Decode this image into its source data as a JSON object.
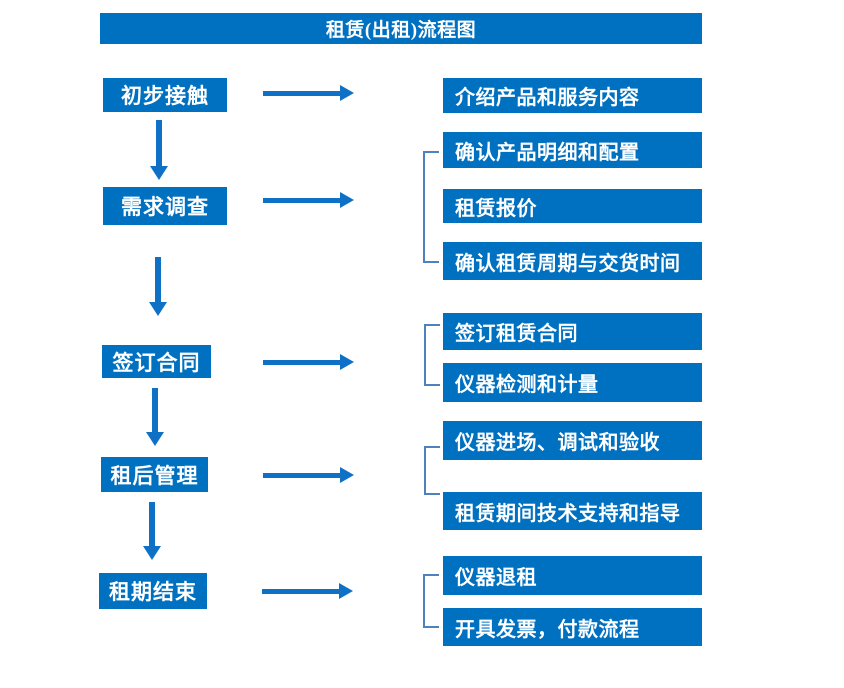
{
  "title": "租赁(出租)流程图",
  "colors": {
    "box_blue": "#0070C0",
    "arrow_blue": "#0E71C5",
    "bracket_blue": "#4F81BD",
    "text_white": "#FFFFFF"
  },
  "left_steps": [
    {
      "label": "初步接触"
    },
    {
      "label": "需求调查"
    },
    {
      "label": "签订合同"
    },
    {
      "label": "租后管理"
    },
    {
      "label": "租期结束"
    }
  ],
  "right_items": [
    {
      "label": "介绍产品和服务内容"
    },
    {
      "label": "确认产品明细和配置"
    },
    {
      "label": "租赁报价"
    },
    {
      "label": "确认租赁周期与交货时间"
    },
    {
      "label": "签订租赁合同"
    },
    {
      "label": "仪器检测和计量"
    },
    {
      "label": "仪器进场、调试和验收"
    },
    {
      "label": "租赁期间技术支持和指导"
    },
    {
      "label": "仪器退租"
    },
    {
      "label": "开具发票，付款流程"
    }
  ]
}
